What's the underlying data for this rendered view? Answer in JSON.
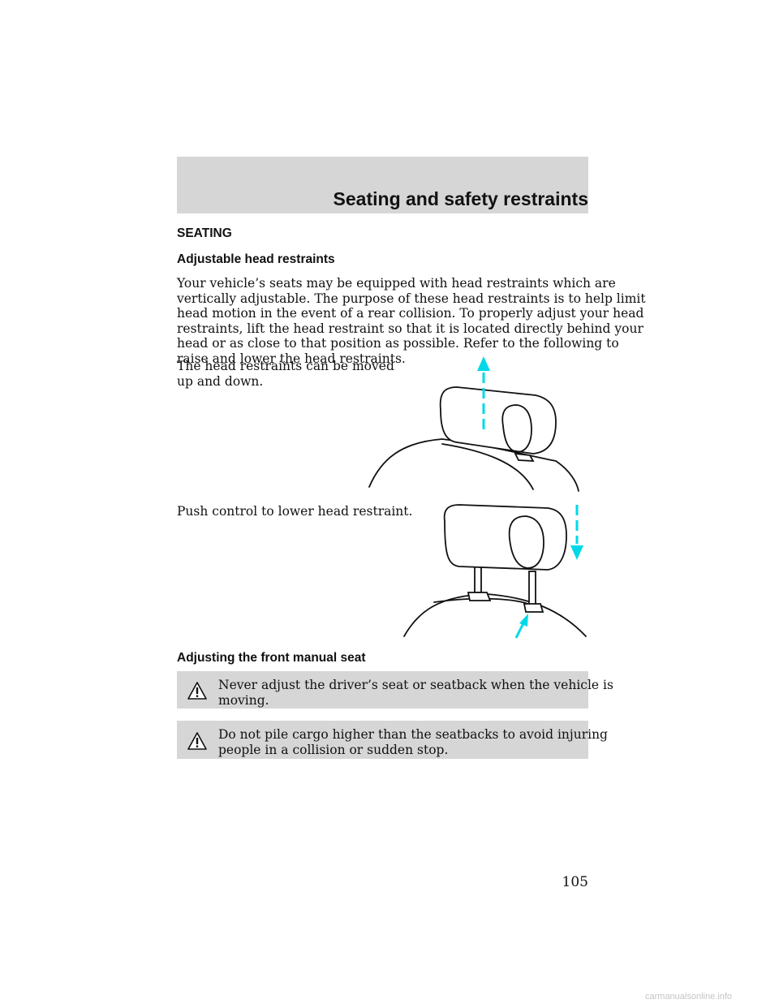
{
  "header": {
    "title": "Seating and safety restraints"
  },
  "section_title": "SEATING",
  "subsection_title": "Adjustable head restraints",
  "intro_lines": [
    "Your vehicle’s seats may be equipped with head restraints which are",
    "vertically adjustable. The purpose of these head restraints is to help limit",
    "head motion in the event of a rear collision. To properly adjust your head",
    "restraints, lift the head restraint so that it is located directly behind your",
    "head or as close to that position as possible. Refer to the following to",
    "raise and lower the head restraints."
  ],
  "raise_lines": [
    "The head restraints can be moved",
    "up and down."
  ],
  "lower_text": "Push control to lower head restraint.",
  "subsection2_title": "Adjusting the front manual seat",
  "warnings": [
    {
      "lines": [
        "Never adjust the driver’s seat or seatback when the vehicle is",
        "moving."
      ],
      "icon": "warning-triangle-icon"
    },
    {
      "lines": [
        "Do not pile cargo higher than the seatbacks to avoid injuring",
        "people in a collision or sudden stop."
      ],
      "icon": "warning-triangle-icon"
    }
  ],
  "page_number": "105",
  "watermark": "carmanualsonline.info",
  "colors": {
    "header_bg": "#d6d6d6",
    "warning_bg": "#d6d6d6",
    "arrow": "#00d8e8"
  }
}
